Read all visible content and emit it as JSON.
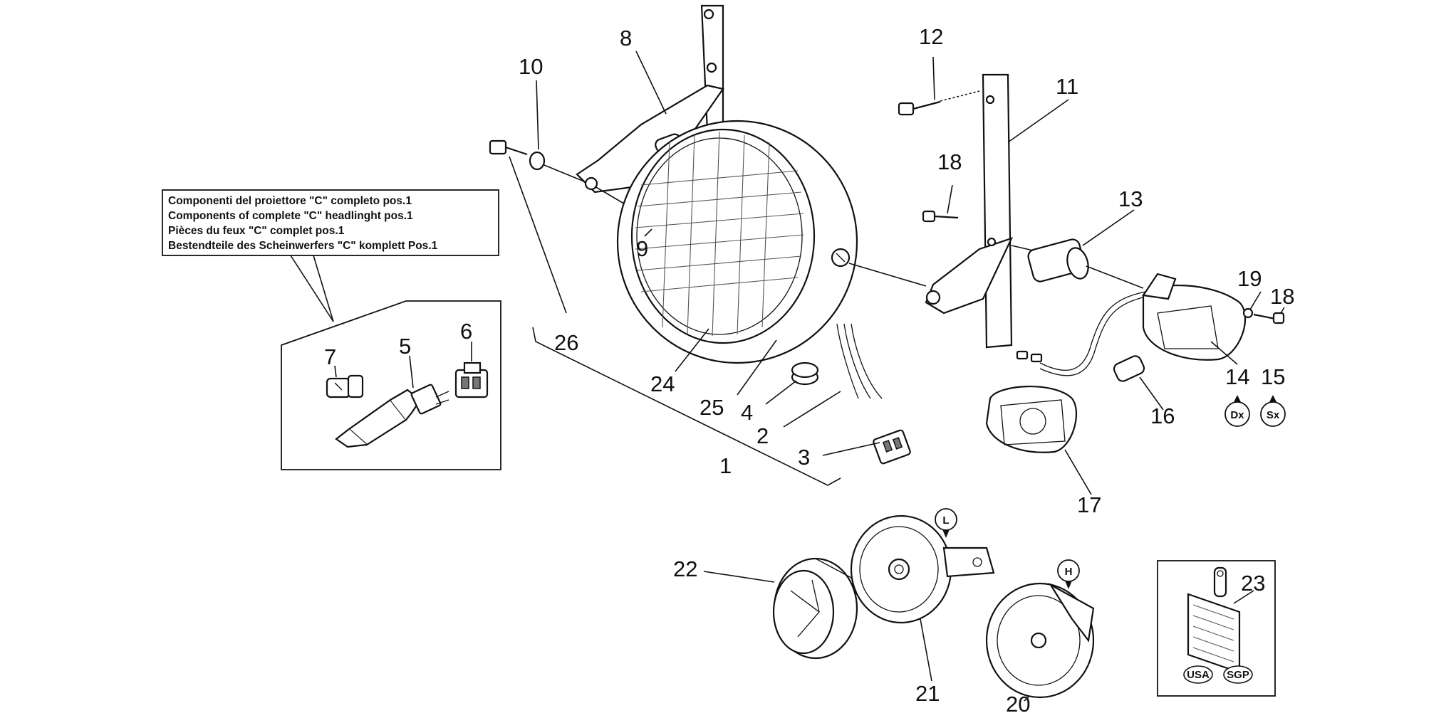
{
  "note": {
    "lines": [
      "Componenti del proiettore \"C\" completo pos.1",
      "Components of complete \"C\" headlinght pos.1",
      "Pièces du feux \"C\" complet pos.1",
      "Bestendteile des Scheinwerfers \"C\" komplett Pos.1"
    ]
  },
  "callouts": {
    "c1": "1",
    "c2": "2",
    "c3": "3",
    "c4": "4",
    "c5": "5",
    "c6": "6",
    "c7": "7",
    "c8": "8",
    "c9": "9",
    "c10": "10",
    "c11": "11",
    "c12": "12",
    "c13": "13",
    "c14": "14",
    "c15": "15",
    "c16": "16",
    "c17": "17",
    "c18a": "18",
    "c18b": "18",
    "c19": "19",
    "c20": "20",
    "c21": "21",
    "c22": "22",
    "c23": "23",
    "c24": "24",
    "c25": "25",
    "c26": "26"
  },
  "badges": {
    "dx": "Dx",
    "sx": "Sx",
    "l": "L",
    "h": "H",
    "usa": "USA",
    "sgp": "SGP"
  }
}
